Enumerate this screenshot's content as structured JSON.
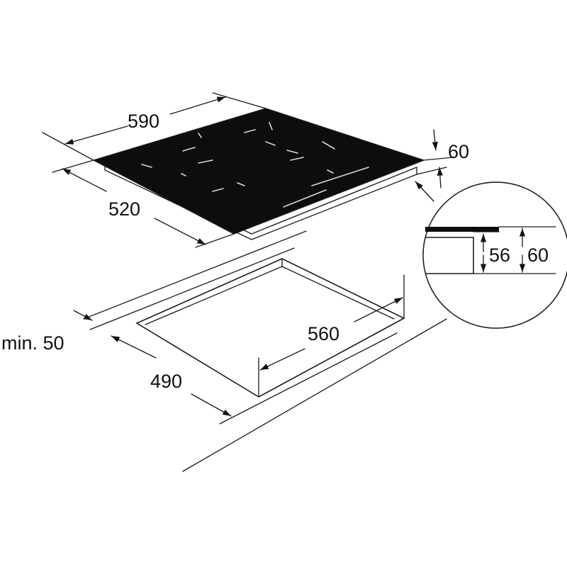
{
  "diagram": {
    "dimensions": {
      "hob_width": "590",
      "hob_depth": "520",
      "hob_height": "60",
      "min_wall_distance": "min. 50",
      "cutout_width": "560",
      "cutout_depth": "490",
      "detail_inner_height": "56",
      "detail_total_height": "60"
    }
  },
  "colors": {
    "line": "#1a1a1a",
    "hob_glass": "#0d0d0d",
    "cooking_zone_marks": "#d8d8d8",
    "background": "#ffffff"
  }
}
